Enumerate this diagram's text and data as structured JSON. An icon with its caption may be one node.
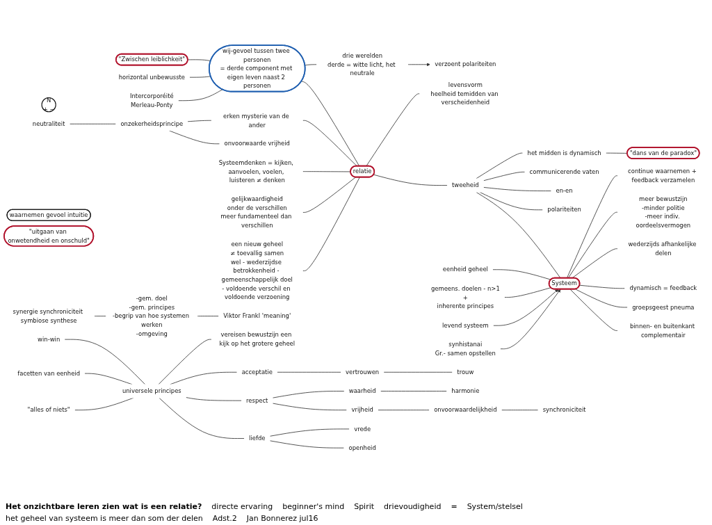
{
  "diagram": {
    "caption": "Het onzichtbare leren zien wat is een relatie?",
    "nodes": [
      {
        "text": [
          "relatie"
        ]
      },
      {
        "text": [
          "Systeem"
        ]
      },
      {
        "text": [
          "\"Zwischen leiblichkeit\""
        ]
      },
      {
        "text": [
          "wij-gevoel tussen twee personen",
          "= derde component met eigen leven naast 2 personen"
        ]
      },
      {
        "text": [
          "horizontal unbewusste"
        ]
      },
      {
        "text": [
          "Intercorporéité",
          "Merleau-Ponty"
        ]
      },
      {
        "text": [
          "N",
          "+ −"
        ]
      },
      {
        "text": [
          "drie werelden",
          "derde = witte licht, het neutrale"
        ]
      },
      {
        "text": [
          "verzoent polariteiten"
        ]
      },
      {
        "text": [
          "neutraliteit"
        ]
      },
      {
        "text": [
          "onzekerheidsprincipe"
        ]
      },
      {
        "text": [
          "onvoorwaarde vrijheid"
        ]
      },
      {
        "text": [
          "erken mysterie van de ander"
        ]
      },
      {
        "text": [
          "waarnemen gevoel intuitie"
        ]
      },
      {
        "text": [
          "\"uitgaan van onwetendheid en onschuld\""
        ]
      },
      {
        "text": [
          "Systeemdenken = kijken, aanvoelen, voelen, luisteren ≠ denken"
        ]
      },
      {
        "text": [
          "levensvorm",
          "heelheid temidden van verscheidenheid"
        ]
      },
      {
        "text": [
          "gelijkwaardigheid",
          "onder de verschillen",
          "meer fundamenteel dan verschillen"
        ]
      },
      {
        "text": [
          "een nieuw geheel",
          "≠ toevallig samen",
          "wel - wederzijdse betrokkenheid - gemeenschappelijk doel",
          "- voldoende verschil en voldoende verzoening"
        ]
      },
      {
        "text": [
          "tweeheid"
        ]
      },
      {
        "text": [
          "polariteiten"
        ]
      },
      {
        "text": [
          "en-en"
        ]
      },
      {
        "text": [
          "communicerende vaten"
        ]
      },
      {
        "text": [
          "het midden is dynamisch"
        ]
      },
      {
        "text": [
          "\"dans van de paradox\""
        ]
      },
      {
        "text": [
          "eenheid geheel"
        ]
      },
      {
        "text": [
          "continue waarnemen + feedback verzamelen"
        ]
      },
      {
        "text": [
          "gemeens. doelen - n>1",
          "+",
          "inherente principes"
        ]
      },
      {
        "text": [
          "binnen- en buitenkant complementair"
        ]
      },
      {
        "text": [
          "groepsgeest pneuma"
        ]
      },
      {
        "text": [
          "dynamisch = feedback"
        ]
      },
      {
        "text": [
          "wederzijds afhankelijke delen"
        ]
      },
      {
        "text": [
          "meer bewustzijn",
          "-minder politie",
          "-meer indiv. oordeelsvermogen"
        ]
      },
      {
        "text": [
          "levend systeem"
        ]
      },
      {
        "text": [
          "synhistanai",
          "Gr.- samen opstellen"
        ]
      },
      {
        "text": [
          "synergie synchroniciteit symbiose synthese"
        ]
      },
      {
        "text": [
          "-gem. doel",
          "-gem. principes",
          "-begrip van hoe systemen werken",
          "-omgeving"
        ]
      },
      {
        "text": [
          "Viktor Frankl 'meaning'"
        ]
      },
      {
        "text": [
          "universele principes"
        ]
      },
      {
        "text": [
          "\"alles of niets\""
        ]
      },
      {
        "text": [
          "facetten van eenheid"
        ]
      },
      {
        "text": [
          "win-win"
        ]
      },
      {
        "text": [
          "liefde"
        ]
      },
      {
        "text": [
          "respect"
        ]
      },
      {
        "text": [
          "acceptatie"
        ]
      },
      {
        "text": [
          "openheid"
        ]
      },
      {
        "text": [
          "vrede"
        ]
      },
      {
        "text": [
          "vrijheid"
        ]
      },
      {
        "text": [
          "vertrouwen"
        ]
      },
      {
        "text": [
          "waarheid"
        ]
      },
      {
        "text": [
          "trouw"
        ]
      },
      {
        "text": [
          "harmonie"
        ]
      },
      {
        "text": [
          "onvoorwaardelijkheid"
        ]
      },
      {
        "text": [
          "synchroniciteit"
        ]
      },
      {
        "text": [
          "vereisen bewustzijn een kijk op het grotere geheel"
        ]
      }
    ],
    "edges": [
      {
        "from": 3,
        "to": 0,
        "arrow": "none"
      },
      {
        "from": 12,
        "to": 0,
        "arrow": "none"
      },
      {
        "from": 15,
        "to": 0,
        "arrow": "none"
      },
      {
        "from": 0,
        "to": 19,
        "arrow": "none"
      },
      {
        "from": 17,
        "to": 0,
        "arrow": "none"
      },
      {
        "from": 18,
        "to": 0,
        "arrow": "none"
      },
      {
        "from": 0,
        "to": 16,
        "arrow": "none"
      },
      {
        "from": 4,
        "to": 3,
        "arrow": "none"
      },
      {
        "from": 2,
        "to": 3,
        "arrow": "none"
      },
      {
        "from": 5,
        "to": 3,
        "arrow": "none"
      },
      {
        "from": 3,
        "to": 7,
        "arrow": "none"
      },
      {
        "from": 7,
        "to": 8,
        "arrow": "to"
      },
      {
        "from": 9,
        "to": 10,
        "arrow": "none"
      },
      {
        "from": 10,
        "to": 11,
        "arrow": "none"
      },
      {
        "from": 10,
        "to": 12,
        "arrow": "none"
      },
      {
        "from": 25,
        "to": 1,
        "arrow": "none"
      },
      {
        "from": 27,
        "to": 1,
        "arrow": "none"
      },
      {
        "from": 1,
        "to": 28,
        "arrow": "none"
      },
      {
        "from": 1,
        "to": 29,
        "arrow": "none"
      },
      {
        "from": 1,
        "to": 30,
        "arrow": "none"
      },
      {
        "from": 1,
        "to": 31,
        "arrow": "none"
      },
      {
        "from": 1,
        "to": 32,
        "arrow": "none"
      },
      {
        "from": 1,
        "to": 26,
        "arrow": "none"
      },
      {
        "from": 19,
        "to": 1,
        "arrow": "none"
      },
      {
        "from": 33,
        "to": 1,
        "arrow": "to"
      },
      {
        "from": 34,
        "to": 1,
        "arrow": "to"
      },
      {
        "from": 19,
        "to": 20,
        "arrow": "none"
      },
      {
        "from": 19,
        "to": 21,
        "arrow": "none"
      },
      {
        "from": 19,
        "to": 22,
        "arrow": "none"
      },
      {
        "from": 19,
        "to": 23,
        "arrow": "none"
      },
      {
        "from": 23,
        "to": 24,
        "arrow": "none"
      },
      {
        "from": 35,
        "to": 36,
        "arrow": "none"
      },
      {
        "from": 36,
        "to": 37,
        "arrow": "none"
      },
      {
        "from": 39,
        "to": 38,
        "arrow": "none"
      },
      {
        "from": 40,
        "to": 38,
        "arrow": "none"
      },
      {
        "from": 41,
        "to": 38,
        "arrow": "none"
      },
      {
        "from": 38,
        "to": 42,
        "arrow": "none"
      },
      {
        "from": 38,
        "to": 43,
        "arrow": "none"
      },
      {
        "from": 38,
        "to": 44,
        "arrow": "none"
      },
      {
        "from": 42,
        "to": 45,
        "arrow": "none"
      },
      {
        "from": 42,
        "to": 46,
        "arrow": "none"
      },
      {
        "from": 43,
        "to": 47,
        "arrow": "none"
      },
      {
        "from": 43,
        "to": 49,
        "arrow": "none"
      },
      {
        "from": 44,
        "to": 48,
        "arrow": "none"
      },
      {
        "from": 48,
        "to": 50,
        "arrow": "none"
      },
      {
        "from": 49,
        "to": 51,
        "arrow": "none"
      },
      {
        "from": 47,
        "to": 52,
        "arrow": "none"
      },
      {
        "from": 52,
        "to": 53,
        "arrow": "none"
      },
      {
        "from": 38,
        "to": 54,
        "arrow": "none"
      }
    ],
    "labels": [
      "directe ervaring",
      "beginner's mind",
      "Spirit",
      "drievoudigheid",
      "=",
      "System/stelsel",
      "het geheel van systeem is meer dan som der delen",
      "Adst.2",
      "Jan Bonnerez jul16"
    ]
  }
}
